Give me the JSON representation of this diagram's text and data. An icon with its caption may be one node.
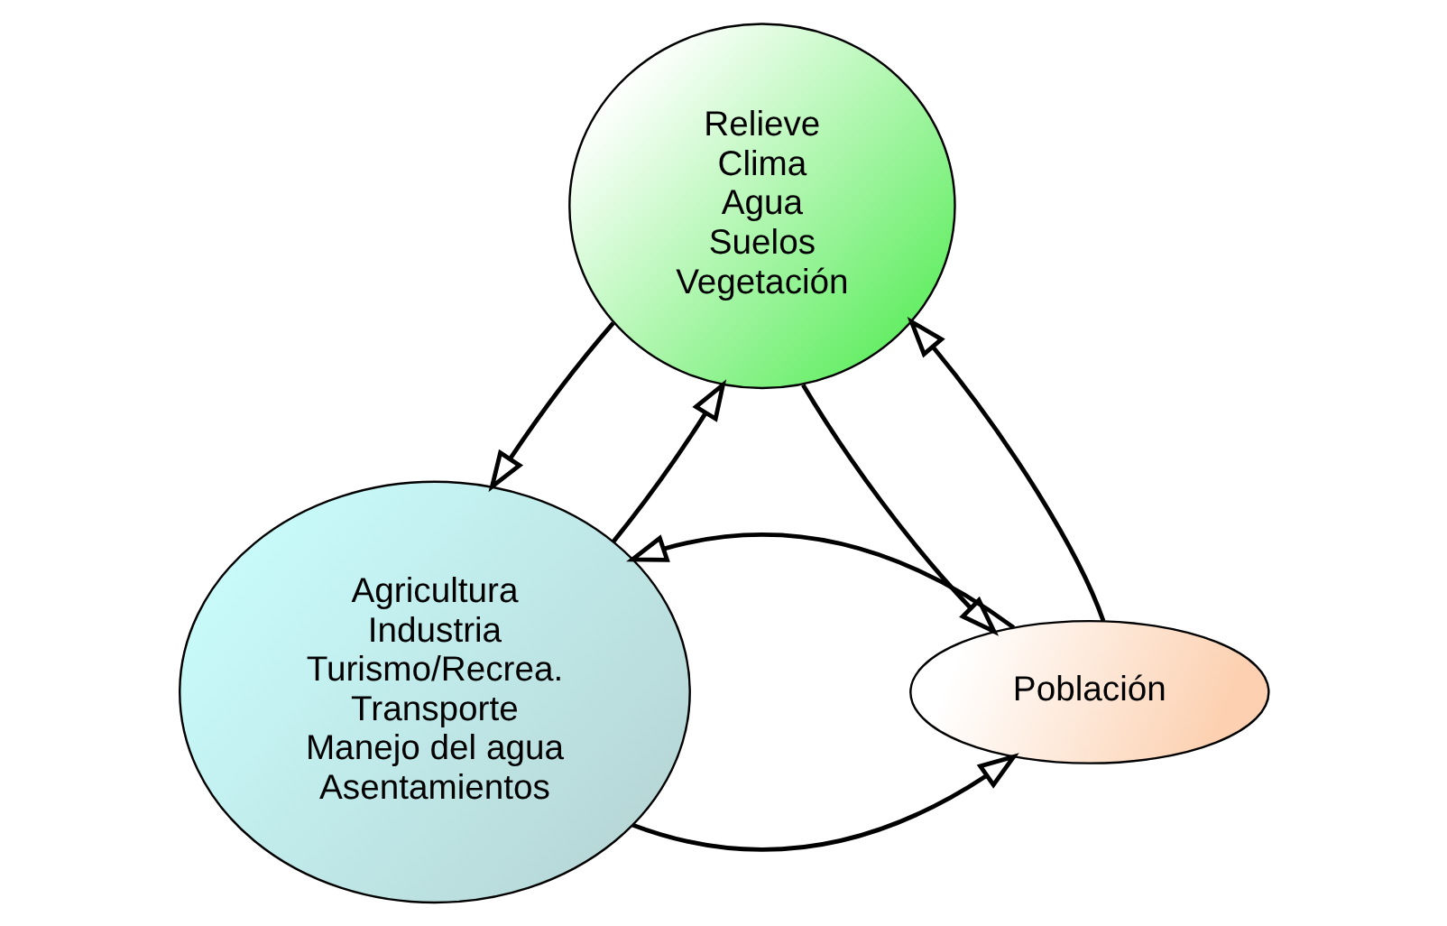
{
  "diagram": {
    "nodes": [
      {
        "text": [
          "Relieve Clima Agua Suelos Vegetación"
        ]
      },
      {
        "text": [
          "Agricultura Industria Turismo/Recrea. Transporte Manejo del agua Asentamientos"
        ]
      },
      {
        "text": [
          "Población"
        ]
      }
    ],
    "edges": [
      {
        "from": 1,
        "to": 0,
        "arrow": "to"
      },
      {
        "from": 0,
        "to": 1,
        "arrow": "to"
      },
      {
        "from": 2,
        "to": 0,
        "arrow": "to"
      },
      {
        "from": 0,
        "to": 2,
        "arrow": "to"
      },
      {
        "from": 1,
        "to": 2,
        "arrow": "to"
      },
      {
        "from": 2,
        "to": 1,
        "arrow": "to"
      }
    ]
  }
}
